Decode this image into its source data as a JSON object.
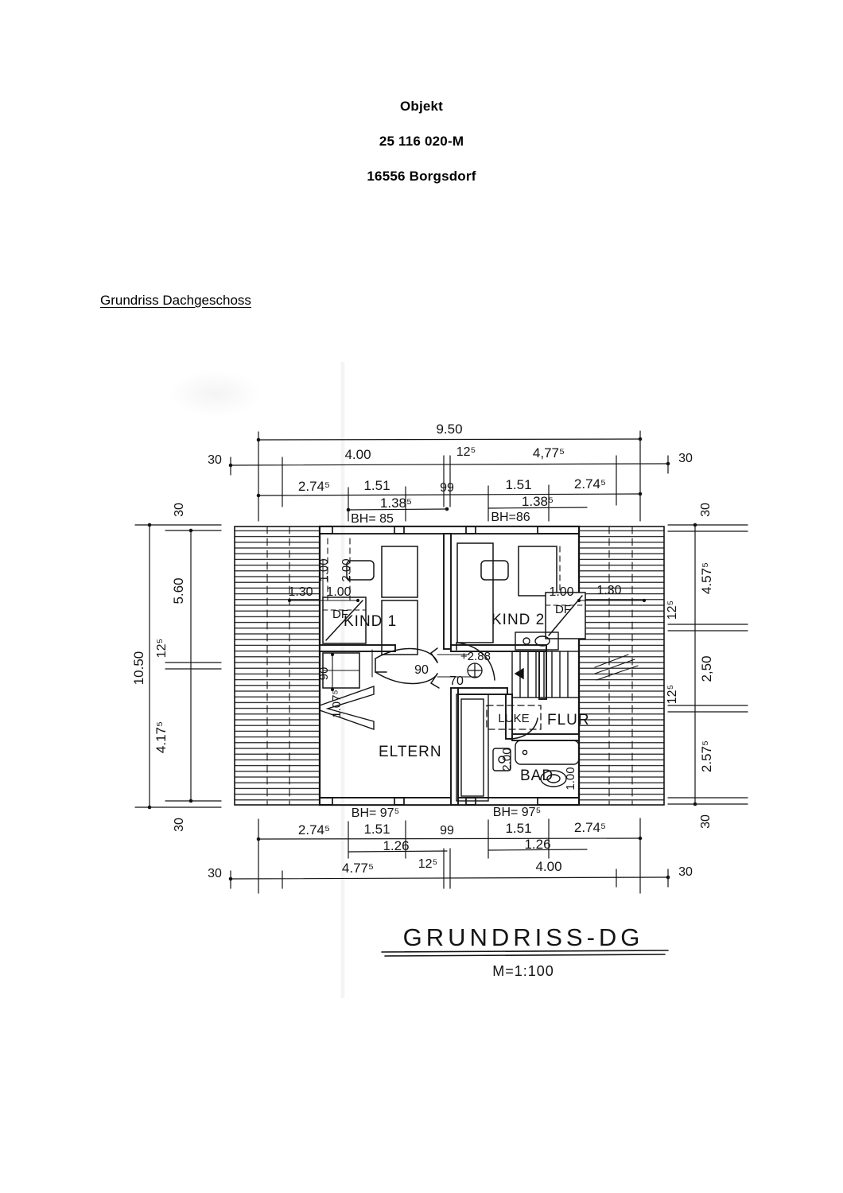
{
  "document": {
    "header": {
      "line1": "Objekt",
      "line2": "25 116 020-M",
      "line3": "16556 Borgsdorf"
    },
    "section_title": "Grundriss Dachgeschoss"
  },
  "drawing": {
    "title": "GRUNDRISS-DG",
    "scale": "M=1:100",
    "level_marker": "+2.88",
    "rooms": [
      {
        "name": "KIND 1"
      },
      {
        "name": "KIND 2"
      },
      {
        "name": "ELTERN"
      },
      {
        "name": "FLUR"
      },
      {
        "name": "BAD"
      }
    ],
    "annotations": {
      "hatch": "LUKE",
      "roof_window_left_kind1": "DF",
      "roof_window_left_eltern": "DF",
      "roof_window_right": "DF"
    },
    "window_labels": {
      "top_left": "BH= 85",
      "top_right": "BH=86",
      "bottom_left": "BH= 97⁵",
      "bottom_right": "BH= 97⁵"
    },
    "door_widths": [
      "90",
      "90",
      "70"
    ],
    "dimensions": {
      "top_overall": "9.50",
      "top_row2": [
        "30",
        "4.00",
        "12⁵",
        "4,77⁵",
        "30"
      ],
      "top_row3": [
        "2.74⁵",
        "1.51",
        "99",
        "1.51",
        "2.74⁵"
      ],
      "top_row4": [
        "1.38⁵",
        "1.38⁵"
      ],
      "bottom_row1": [
        "2.74⁵",
        "1.51",
        "99",
        "1.51",
        "2.74⁵"
      ],
      "bottom_row2": [
        "1.26",
        "1.26"
      ],
      "bottom_row3": [
        "30",
        "4.77⁵",
        "12⁵",
        "4.00",
        "30"
      ],
      "left_overall": "10.50",
      "left_chain": [
        "30",
        "5.60",
        "12⁵",
        "4.17⁵",
        "30"
      ],
      "right_chain": [
        "30",
        "4.57⁵",
        "12⁵",
        "2,50",
        "12⁵",
        "2.57⁵",
        "30"
      ],
      "interior": {
        "kind1_window_a": "1.00",
        "kind1_window_b": "2.00",
        "kind1_left_a": "1.30",
        "kind1_left_b": "1.00",
        "kind2_right_a": "1.00",
        "kind2_right_b": "1.30",
        "eltern_door_a": "90",
        "eltern_door_b": "1.07⁵",
        "bad_tub": "2.00",
        "bad_wc": "1.00"
      }
    }
  },
  "colors": {
    "ink": "#141414",
    "paper": "#ffffff",
    "faint": "#4a4a4a"
  }
}
